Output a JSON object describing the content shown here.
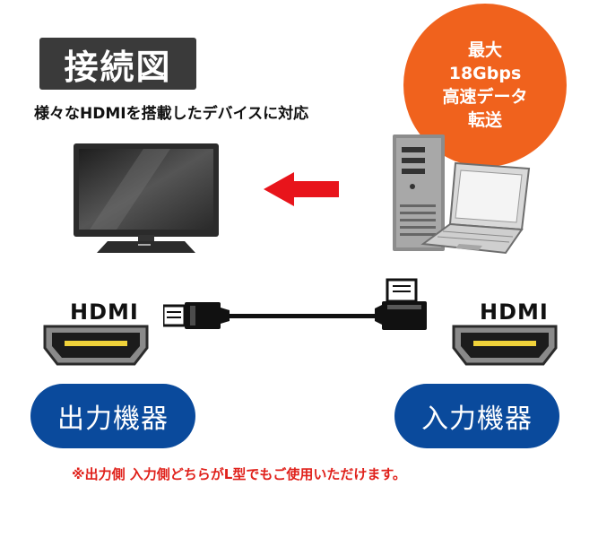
{
  "title": "接続図",
  "subtitle": "様々なHDMIを搭載したデバイスに対応",
  "badge": {
    "line1": "最大",
    "line2": "18Gbps",
    "line3": "高速データ",
    "line4": "転送"
  },
  "ports": {
    "left_label": "HDMI",
    "right_label": "HDMI"
  },
  "devices": {
    "output": "出力機器",
    "input": "入力機器"
  },
  "note": "※出力側 入力側どちらがL型でもご使用いただけます。",
  "colors": {
    "badge": "#f0621d",
    "pill": "#0a4a9c",
    "arrow": "#e8141b",
    "note": "#e0211b"
  },
  "icons": [
    "monitor-icon",
    "arrow-left-icon",
    "desktop-tower-icon",
    "laptop-icon",
    "hdmi-port-icon",
    "hdmi-cable-icon",
    "hdmi-l-plug-icon"
  ]
}
